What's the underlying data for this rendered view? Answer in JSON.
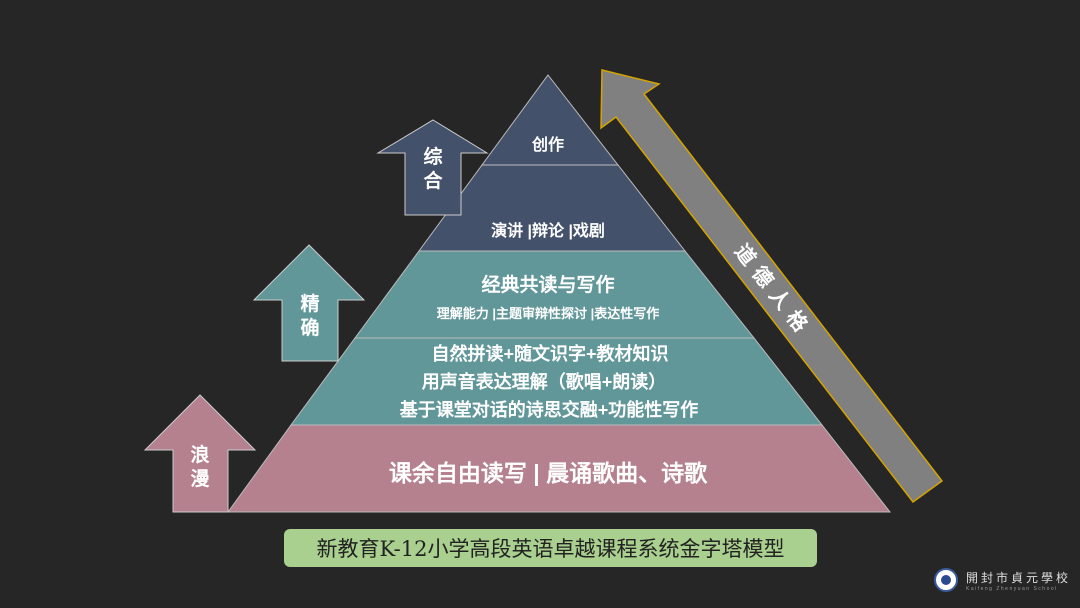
{
  "colors": {
    "background": "#262626",
    "slate": "#44516b",
    "teal": "#62979a",
    "pink": "#b5818f",
    "arrow_gray": "#808080",
    "arrow_outline": "#d4a300",
    "caption_bg": "#a9d08e"
  },
  "pyramid": {
    "layers": [
      {
        "lines": [
          "创作"
        ]
      },
      {
        "lines": [
          "演讲 |辩论 |戏剧"
        ]
      },
      {
        "lines": [
          "经典共读与写作",
          "理解能力 |主题审辩性探讨 |表达性写作"
        ]
      },
      {
        "lines": [
          "自然拼读+随文识字+教材知识",
          "用声音表达理解（歌唱+朗读）",
          "基于课堂对话的诗思交融+功能性写作"
        ]
      },
      {
        "lines": [
          "课余自由读写 |  晨诵歌曲、诗歌"
        ]
      }
    ]
  },
  "stage_arrows": [
    {
      "label": "综合",
      "chars": [
        "综",
        "合"
      ]
    },
    {
      "label": "精确",
      "chars": [
        "精",
        "确"
      ]
    },
    {
      "label": "浪漫",
      "chars": [
        "浪",
        "漫"
      ]
    }
  ],
  "moral_arrow": {
    "label": "道德人格"
  },
  "caption": "新教育K-12小学高段英语卓越课程系统金字塔模型",
  "logo": {
    "name": "開封市貞元學校",
    "subtitle": "Kaifeng Zhenyuan School"
  }
}
